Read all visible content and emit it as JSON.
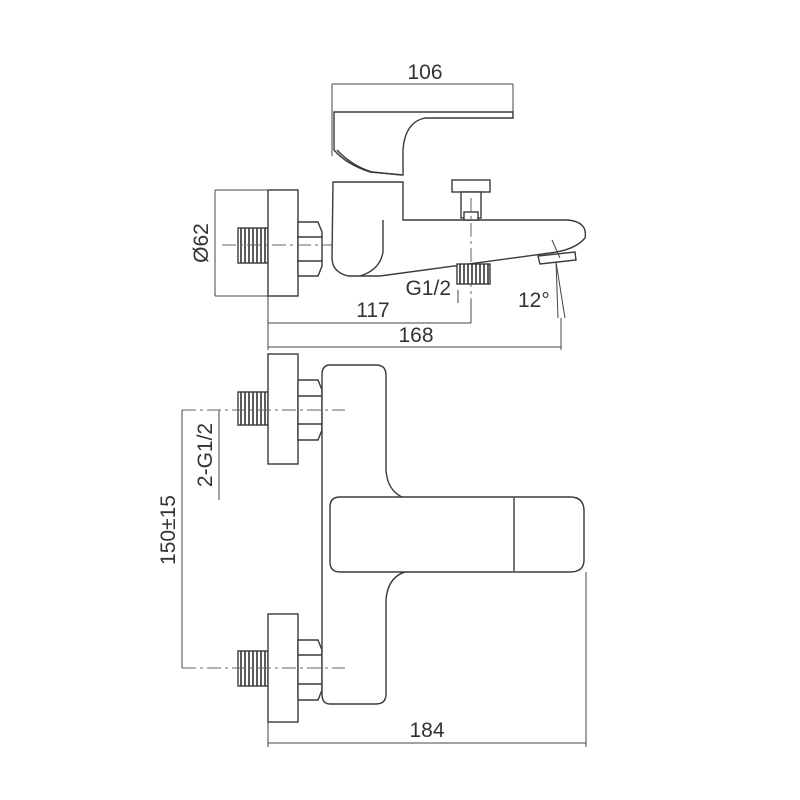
{
  "dimensions": {
    "top_width": "106",
    "diameter": "Ø62",
    "outlet_thread": "G1/2",
    "spout_angle": "12°",
    "outlet_distance": "117",
    "total_depth": "168",
    "inlet_thread": "2-G1/2",
    "inlet_spacing": "150±15",
    "total_width": "184"
  },
  "colors": {
    "line": "#3a3a3a",
    "background": "#ffffff"
  }
}
